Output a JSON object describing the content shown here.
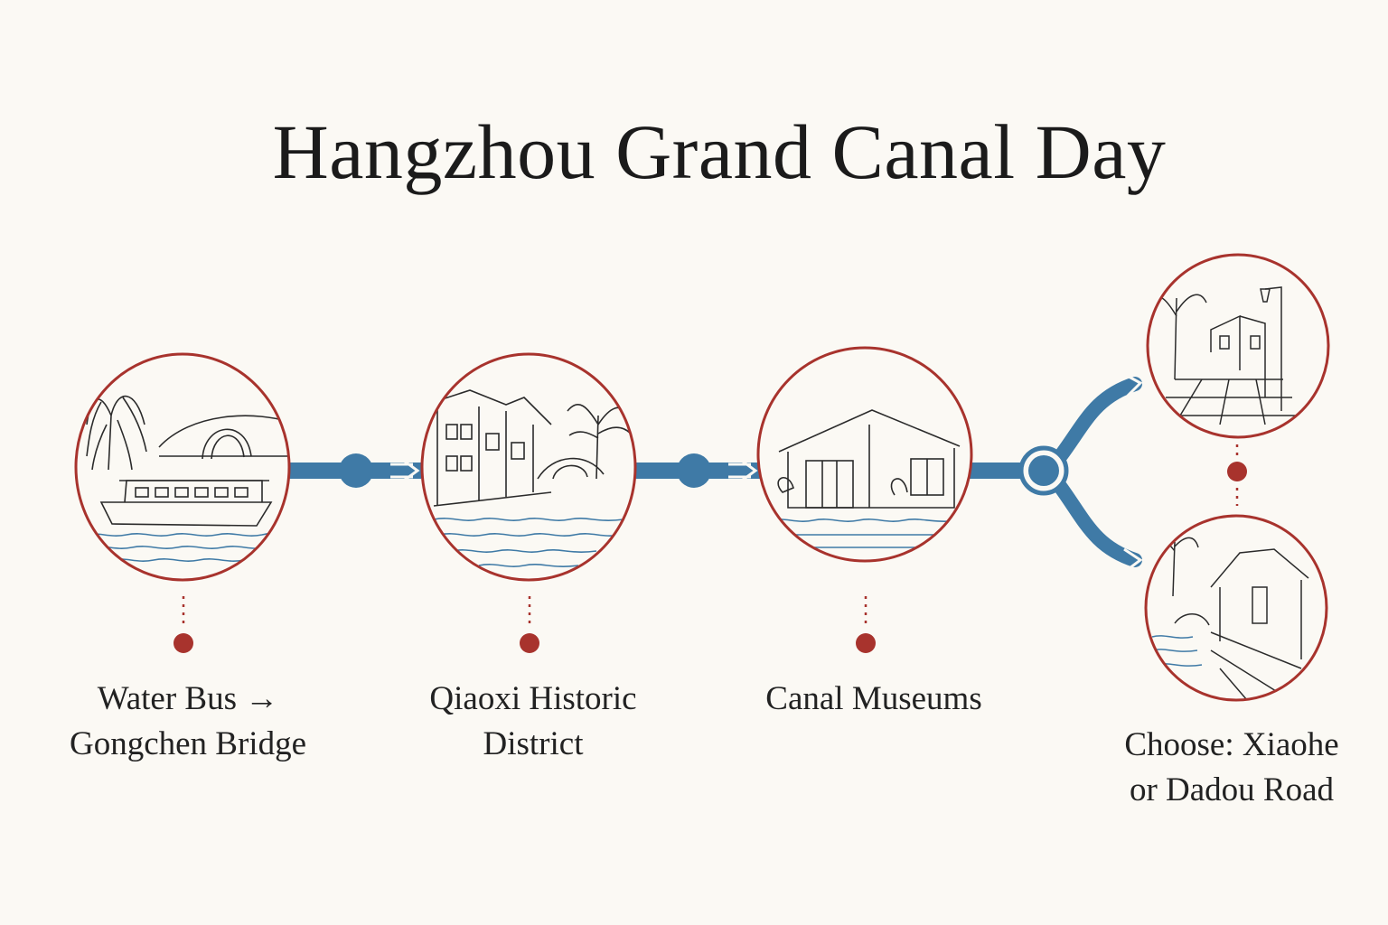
{
  "title": "Hangzhou Grand Canal Day",
  "colors": {
    "background": "#fbf9f4",
    "route": "#3f7aa6",
    "circle_border": "#a8332d",
    "connector_dot": "#a8332d",
    "sketch": "#2b2b2b",
    "water": "#3f7aa6"
  },
  "stops": [
    {
      "id": "water-bus",
      "label_lines": [
        "Water Bus →",
        "Gongchen Bridge"
      ],
      "illustration": "boat-bridge-icon"
    },
    {
      "id": "qiaoxi",
      "label_lines": [
        "Qiaoxi Historic",
        "District"
      ],
      "illustration": "canal-houses-icon"
    },
    {
      "id": "museums",
      "label_lines": [
        "Canal Museums"
      ],
      "illustration": "museum-icon"
    },
    {
      "id": "choose",
      "label_lines": [
        "Choose: Xiaohe",
        "or Dadou Road"
      ],
      "illustration": [
        "street-lamp-icon",
        "canal-alley-icon"
      ]
    }
  ]
}
